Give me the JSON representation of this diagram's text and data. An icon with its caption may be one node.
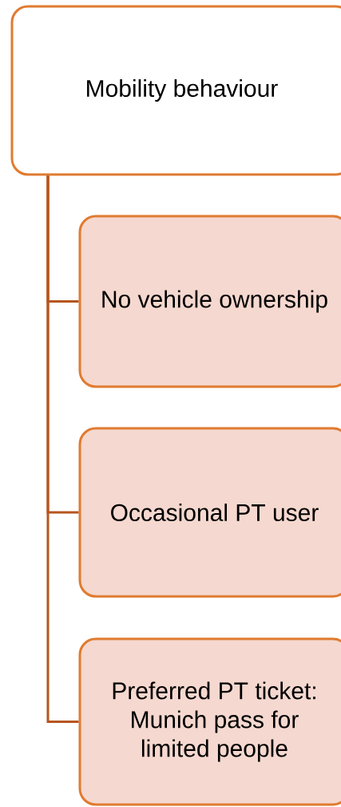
{
  "diagram": {
    "nodes": [
      {
        "text": [
          "Mobility behaviour"
        ]
      },
      {
        "text": [
          "No vehicle ownership"
        ]
      },
      {
        "text": [
          "Occasional PT user"
        ]
      },
      {
        "text": [
          "Preferred PT ticket: Munich pass for limited people"
        ]
      }
    ],
    "edges": [
      {
        "from": 0,
        "to": 1,
        "arrow": "none"
      },
      {
        "from": 0,
        "to": 2,
        "arrow": "none"
      },
      {
        "from": 0,
        "to": 3,
        "arrow": "none"
      }
    ]
  }
}
